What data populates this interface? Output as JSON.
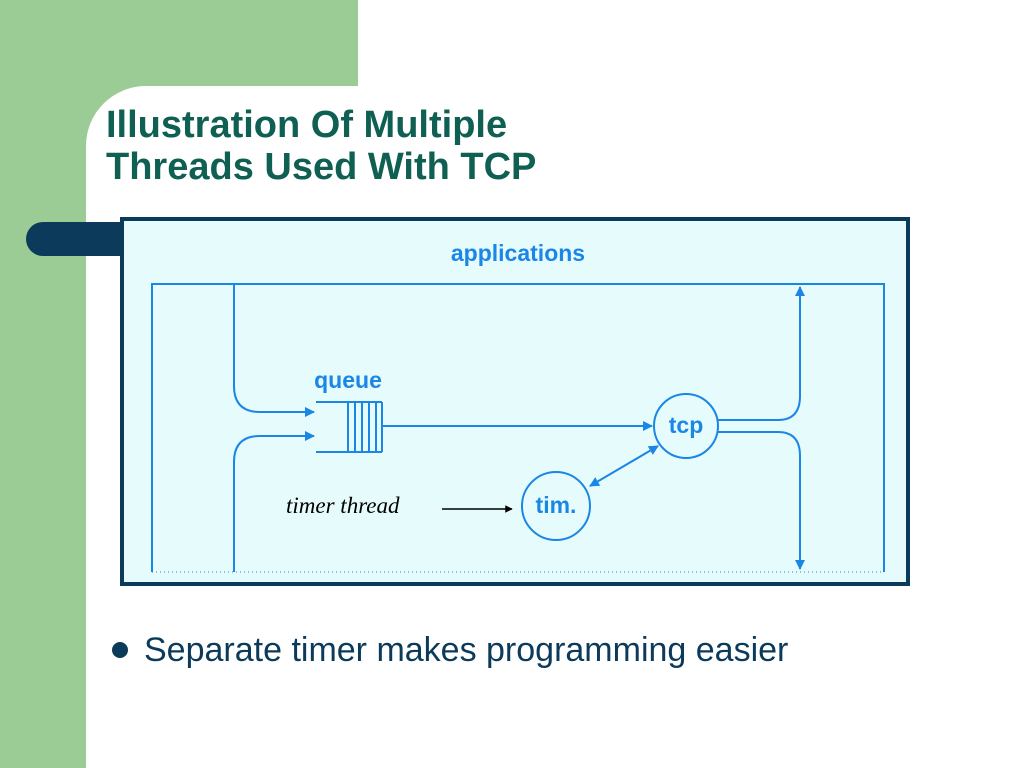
{
  "slide": {
    "title_lines": [
      "Illustration Of Multiple",
      "Threads Used With TCP"
    ],
    "bullets": [
      "Separate timer makes programming easier"
    ]
  },
  "diagram": {
    "labels": {
      "applications": "applications",
      "queue": "queue",
      "tcp": "tcp",
      "timer_node": "tim.",
      "timer_thread": "timer thread"
    }
  },
  "colors": {
    "green": "#9ccc95",
    "title": "#0f5f52",
    "navy": "#0b3a5a",
    "diagram_bg": "#e6fbfb",
    "diagram_blue": "#1a86e6"
  }
}
